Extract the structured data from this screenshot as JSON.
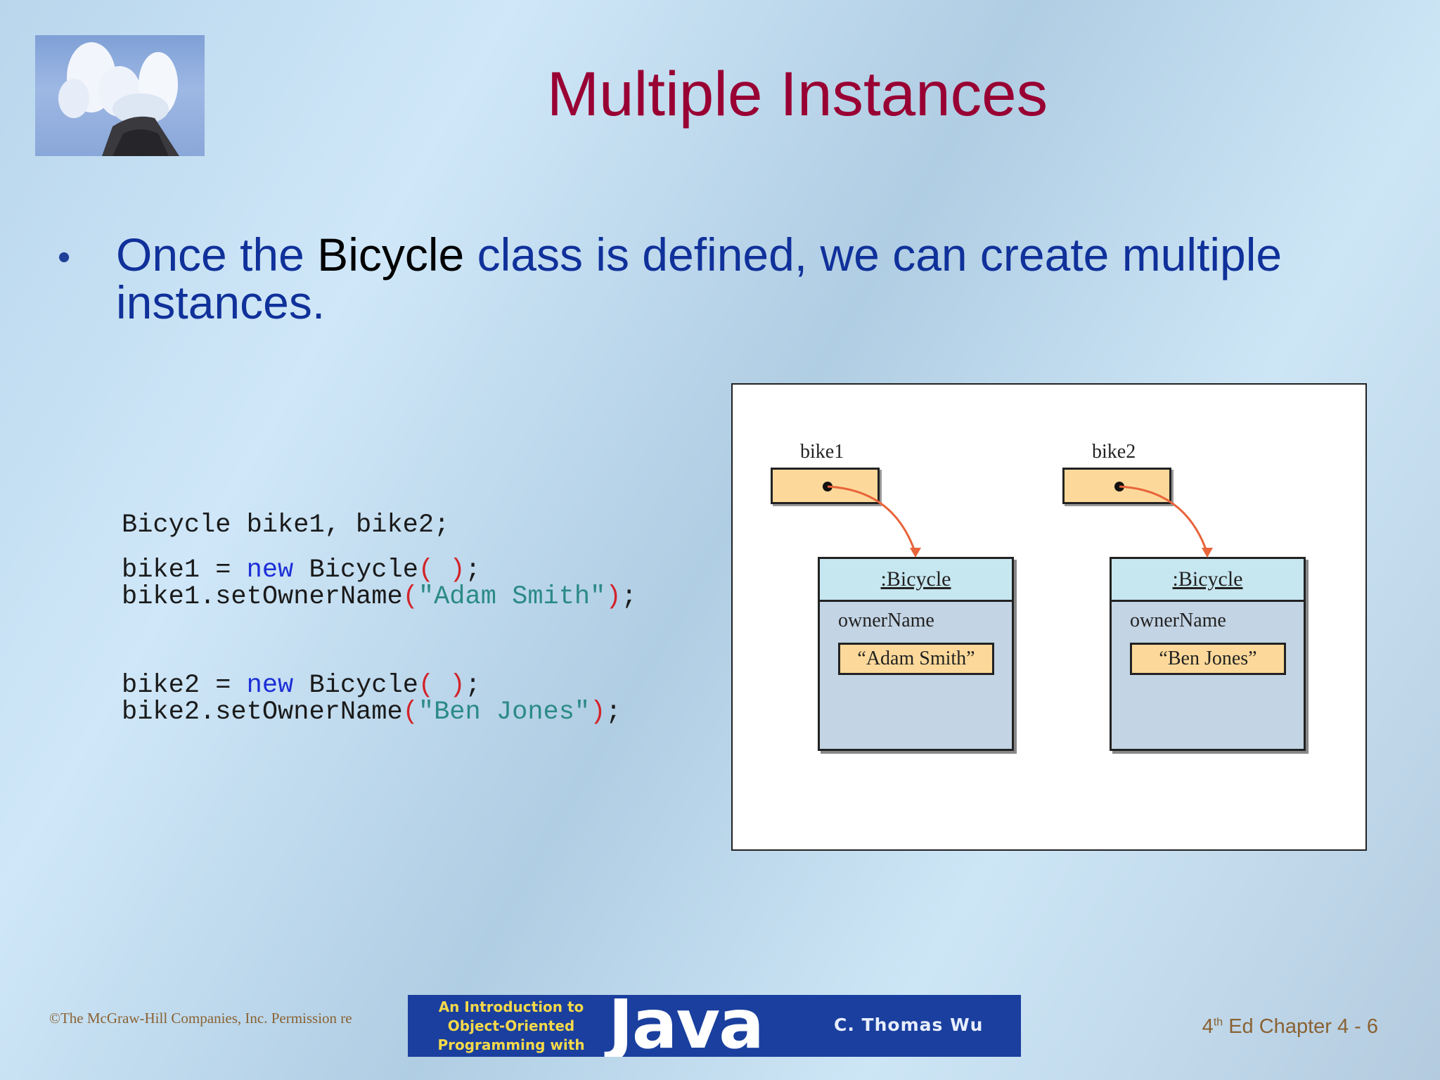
{
  "slide": {
    "title": "Multiple Instances",
    "bullet": {
      "before": "Once the ",
      "keyword": "Bicycle",
      "after": " class is defined, we can create multiple instances."
    }
  },
  "code": {
    "line1": "Bicycle bike1, bike2;",
    "line2_pre": "bike1 = ",
    "line2_new": "new",
    "line2_mid": " Bicycle",
    "line2_paren": "( )",
    "line2_end": ";",
    "line3_pre": "bike1.setOwnerName",
    "line3_open": "(",
    "line3_str": "\"Adam Smith\"",
    "line3_close": ")",
    "line3_end": ";",
    "line4_pre": "bike2 = ",
    "line4_new": "new",
    "line4_mid": " Bicycle",
    "line4_paren": "( )",
    "line4_end": ";",
    "line5_pre": "bike2.setOwnerName",
    "line5_open": "(",
    "line5_str": "\"Ben Jones\"",
    "line5_close": ")",
    "line5_end": ";"
  },
  "diagram": {
    "ref1_label": "bike1",
    "ref2_label": "bike2",
    "obj1": {
      "class": ":Bicycle",
      "field": "ownerName",
      "value": "“Adam Smith”"
    },
    "obj2": {
      "class": ":Bicycle",
      "field": "ownerName",
      "value": "“Ben Jones”"
    },
    "arrow_color": "#e8643a"
  },
  "footer": {
    "copyright": "©The McGraw-Hill Companies, Inc. Permission re",
    "banner_line1": "An Introduction to",
    "banner_line2": "Object-Oriented",
    "banner_line3": "Programming with",
    "banner_java": "Java",
    "banner_author": "C. Thomas Wu",
    "edition_num": "4",
    "edition_sup": "th",
    "edition_rest": " Ed Chapter 4 - 6"
  }
}
